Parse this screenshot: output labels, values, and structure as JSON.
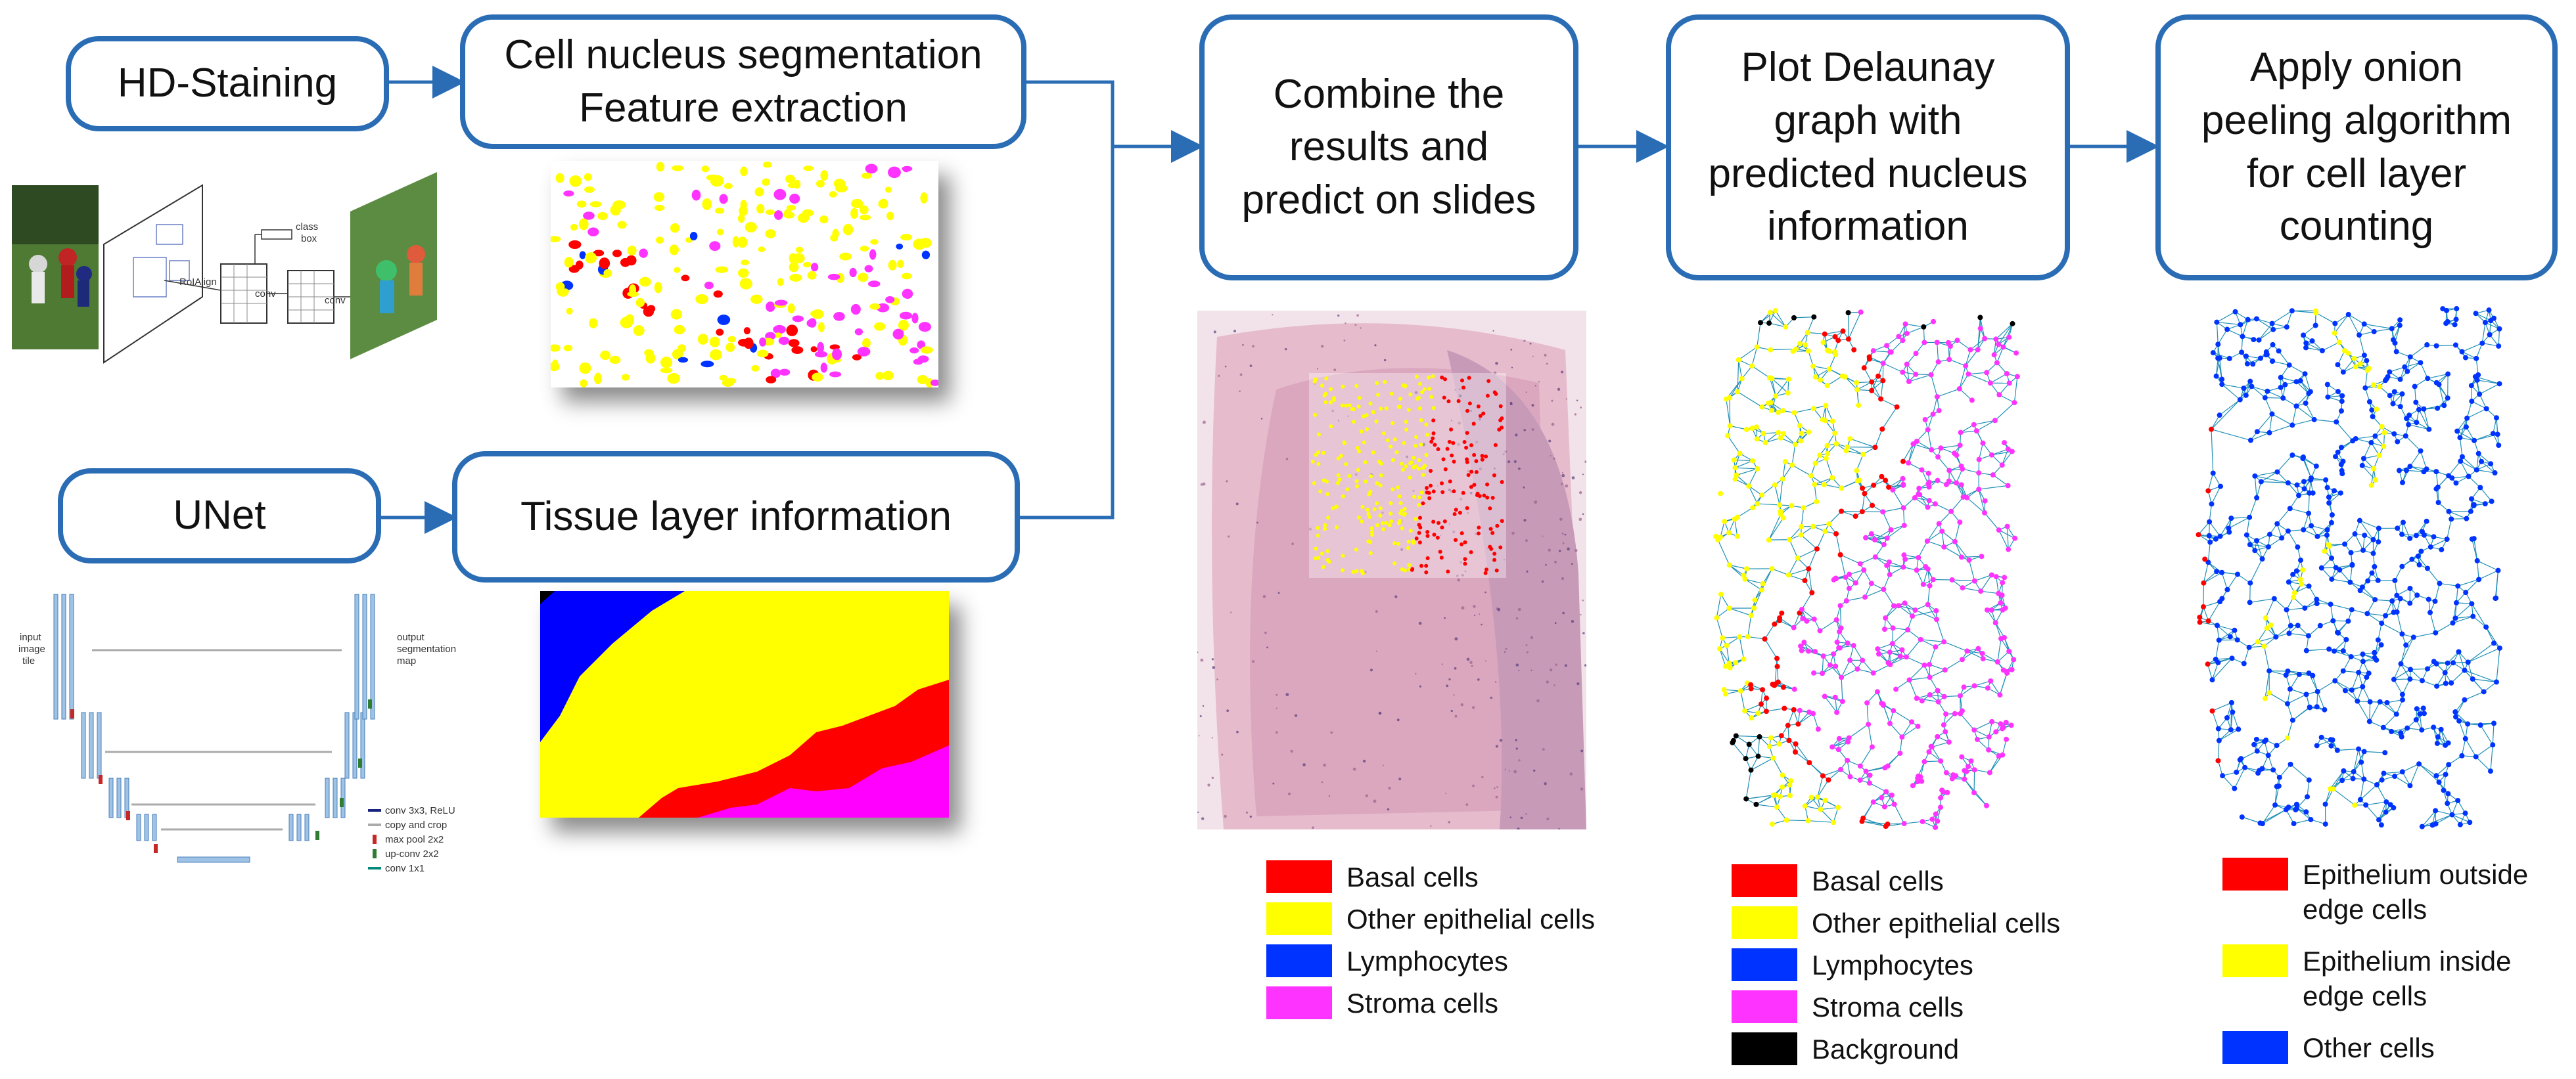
{
  "boxes": {
    "hd_staining": "HD-Staining",
    "segmentation_line1": "Cell nucleus segmentation",
    "segmentation_line2": "Feature extraction",
    "unet": "UNet",
    "tissue": "Tissue layer information",
    "combine_line1": "Combine the",
    "combine_line2": "results and",
    "combine_line3": "predict on slides",
    "delaunay_line1": "Plot Delaunay",
    "delaunay_line2": "graph with",
    "delaunay_line3": "predicted nucleus",
    "delaunay_line4": "information",
    "onion_line1": "Apply onion",
    "onion_line2": "peeling algorithm",
    "onion_line3": "for cell layer",
    "onion_line4": "counting"
  },
  "maskrcnn": {
    "class": "class",
    "box": "box",
    "roialign": "RoIAlign",
    "conv1": "conv",
    "conv2": "conv"
  },
  "unet_diagram": {
    "input_label_1": "input",
    "input_label_2": "image",
    "input_label_3": "tile",
    "output_label_1": "output",
    "output_label_2": "segmentation",
    "output_label_3": "map",
    "leg1": "conv 3x3, ReLU",
    "leg2": "copy and crop",
    "leg3": "max pool 2x2",
    "leg4": "up-conv 2x2",
    "leg5": "conv 1x1"
  },
  "legend1": [
    {
      "label": "Basal cells",
      "color": "#ff0000"
    },
    {
      "label": "Other epithelial cells",
      "color": "#ffff00"
    },
    {
      "label": "Lymphocytes",
      "color": "#0033ff"
    },
    {
      "label": "Stroma cells",
      "color": "#ff33ff"
    }
  ],
  "legend2": [
    {
      "label": "Basal cells",
      "color": "#ff0000"
    },
    {
      "label": "Other epithelial cells",
      "color": "#ffff00"
    },
    {
      "label": "Lymphocytes",
      "color": "#0033ff"
    },
    {
      "label": "Stroma cells",
      "color": "#ff33ff"
    },
    {
      "label": "Background",
      "color": "#000000"
    }
  ],
  "legend3": [
    {
      "label1": "Epithelium outside",
      "label2": "edge cells",
      "color": "#ff0000"
    },
    {
      "label1": "Epithelium inside",
      "label2": "edge cells",
      "color": "#ffff00"
    },
    {
      "label1": "Other cells",
      "label2": "",
      "color": "#0033ff"
    }
  ],
  "colors": {
    "accent": "#2a6db5",
    "basal": "#ff0000",
    "epithelial": "#ffff00",
    "lymphocyte": "#0033ff",
    "stroma": "#ff33ff"
  }
}
